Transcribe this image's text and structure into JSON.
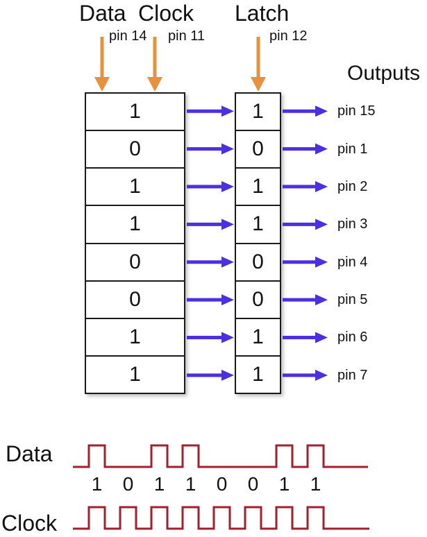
{
  "header": {
    "data_label": "Data",
    "clock_label": "Clock",
    "latch_label": "Latch",
    "data_pin": "pin 14",
    "clock_pin": "pin 11",
    "latch_pin": "pin 12",
    "outputs_label": "Outputs"
  },
  "registers": {
    "shift_bits": [
      "1",
      "0",
      "1",
      "1",
      "0",
      "0",
      "1",
      "1"
    ],
    "latch_bits": [
      "1",
      "0",
      "1",
      "1",
      "0",
      "0",
      "1",
      "1"
    ],
    "output_pins": [
      "pin 15",
      "pin 1",
      "pin 2",
      "pin 3",
      "pin 4",
      "pin 5",
      "pin 6",
      "pin 7"
    ]
  },
  "timing": {
    "data_label": "Data",
    "clock_label": "Clock",
    "bits": [
      "1",
      "0",
      "1",
      "1",
      "0",
      "0",
      "1",
      "1"
    ]
  },
  "colors": {
    "orange_arrow": "#E8913C",
    "blue_arrow": "#4B2FE3",
    "waveform": "#A51E2E",
    "ink": "#1a1a1a"
  }
}
